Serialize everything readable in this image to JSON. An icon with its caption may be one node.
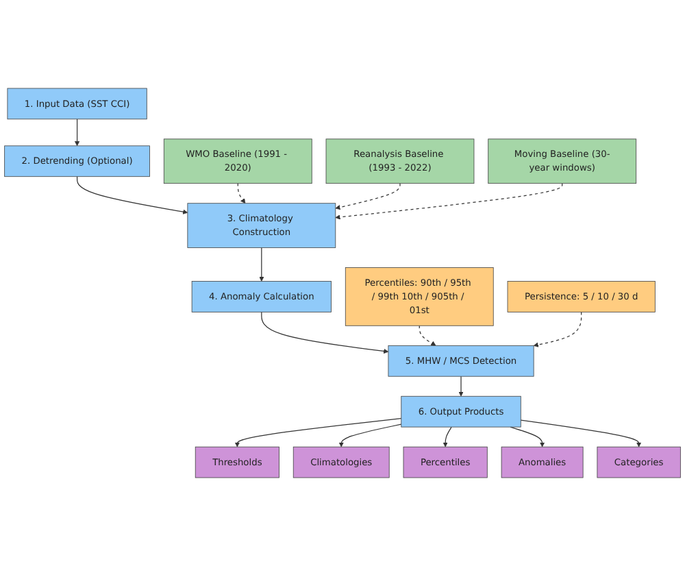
{
  "diagram": {
    "nodes": [
      {
        "text": [
          "1. Input Data (SST CCI)"
        ]
      },
      {
        "text": [
          "2. Detrending (Optional)"
        ]
      },
      {
        "text": [
          "WMO Baseline (1991 - 2020)"
        ]
      },
      {
        "text": [
          "3. Climatology Construction"
        ]
      },
      {
        "text": [
          "Moving Baseline (30-year windows)"
        ]
      },
      {
        "text": [
          "Reanalysis Baseline (1993 - 2022)"
        ]
      },
      {
        "text": [
          "4. Anomaly Calculation"
        ]
      },
      {
        "text": [
          "5. MHW / MCS Detection"
        ]
      },
      {
        "text": [
          "Percentiles: 90th / 95th / 99th 10th / 905th / 01st"
        ]
      },
      {
        "text": [
          "Persistence: 5 / 10 / 30 d"
        ]
      },
      {
        "text": [
          "6. Output Products"
        ]
      },
      {
        "text": [
          "Thresholds"
        ]
      },
      {
        "text": [
          "Climatologies"
        ]
      },
      {
        "text": [
          "Percentiles"
        ]
      },
      {
        "text": [
          "Anomalies"
        ]
      },
      {
        "text": [
          "Categories"
        ]
      }
    ],
    "edges": [
      {
        "from": 0,
        "to": 1,
        "arrow": "to"
      },
      {
        "from": 1,
        "to": 3,
        "arrow": "to"
      },
      {
        "from": 2,
        "to": 3,
        "arrow": "to",
        "style": "dashed"
      },
      {
        "from": 5,
        "to": 3,
        "arrow": "to",
        "style": "dashed"
      },
      {
        "from": 4,
        "to": 3,
        "arrow": "to",
        "style": "dashed"
      },
      {
        "from": 3,
        "to": 6,
        "arrow": "to"
      },
      {
        "from": 6,
        "to": 7,
        "arrow": "to"
      },
      {
        "from": 8,
        "to": 7,
        "arrow": "to",
        "style": "dashed"
      },
      {
        "from": 9,
        "to": 7,
        "arrow": "to",
        "style": "dashed"
      },
      {
        "from": 7,
        "to": 10,
        "arrow": "to"
      },
      {
        "from": 10,
        "to": 11,
        "arrow": "to"
      },
      {
        "from": 10,
        "to": 12,
        "arrow": "to"
      },
      {
        "from": 10,
        "to": 13,
        "arrow": "to"
      },
      {
        "from": 10,
        "to": 14,
        "arrow": "to"
      },
      {
        "from": 10,
        "to": 15,
        "arrow": "to"
      }
    ]
  }
}
